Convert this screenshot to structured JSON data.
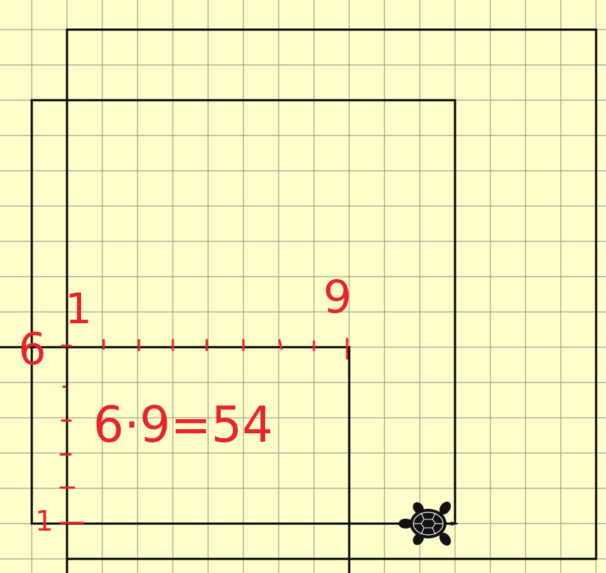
{
  "annotations": {
    "top_unit": "1",
    "top_count": "9",
    "left_count": "6",
    "bottom_unit": "1",
    "equation": "6·9=54"
  },
  "turtle": {
    "icon": "turtle-icon",
    "heading": "west"
  },
  "colors": {
    "background": "#ffffcc",
    "grid": "#8a8a7a",
    "lines": "#000000",
    "annotation": "#e8232a"
  }
}
